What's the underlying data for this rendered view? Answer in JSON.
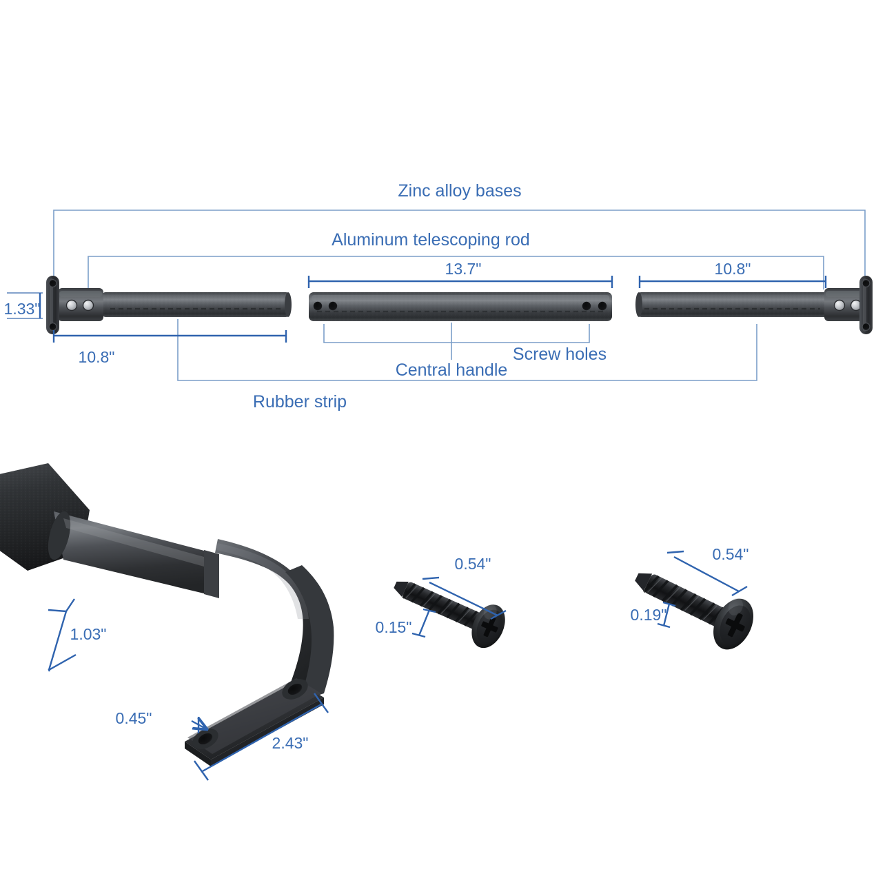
{
  "diagram": {
    "title": "Telescoping rod assembly with dimensions",
    "accent_color": "#3a6db4",
    "leader_color": "#7b9ec9",
    "dim_color": "#5b83bb",
    "metal_dark": "#2b2d30",
    "metal_mid": "#55585d",
    "metal_light": "#8d9196"
  },
  "callouts": {
    "zinc_alloy_bases": "Zinc alloy bases",
    "aluminum_rod": "Aluminum telescoping rod",
    "screw_holes": "Screw holes",
    "central_handle": "Central handle",
    "rubber_strip": "Rubber strip"
  },
  "dimensions": {
    "left_rod_length": "10.8\"",
    "right_rod_length": "10.8\"",
    "center_handle_length": "13.7\"",
    "base_height": "1.33\"",
    "handle_height": "1.03\"",
    "base_thickness": "0.45\"",
    "base_width": "2.43\"",
    "screw_a_length": "0.54\"",
    "screw_a_diameter": "0.15\"",
    "screw_b_length": "0.54\"",
    "screw_b_diameter": "0.19\""
  },
  "parts": [
    {
      "id": "left-rod",
      "name": "Left telescoping rod with zinc alloy base"
    },
    {
      "id": "center-handle",
      "name": "Central handle with screw holes"
    },
    {
      "id": "right-rod",
      "name": "Right telescoping rod with zinc alloy base"
    },
    {
      "id": "handle-3d",
      "name": "Handle end perspective view"
    },
    {
      "id": "screw-small",
      "name": "Small mounting screw"
    },
    {
      "id": "screw-large",
      "name": "Large mounting screw"
    }
  ]
}
